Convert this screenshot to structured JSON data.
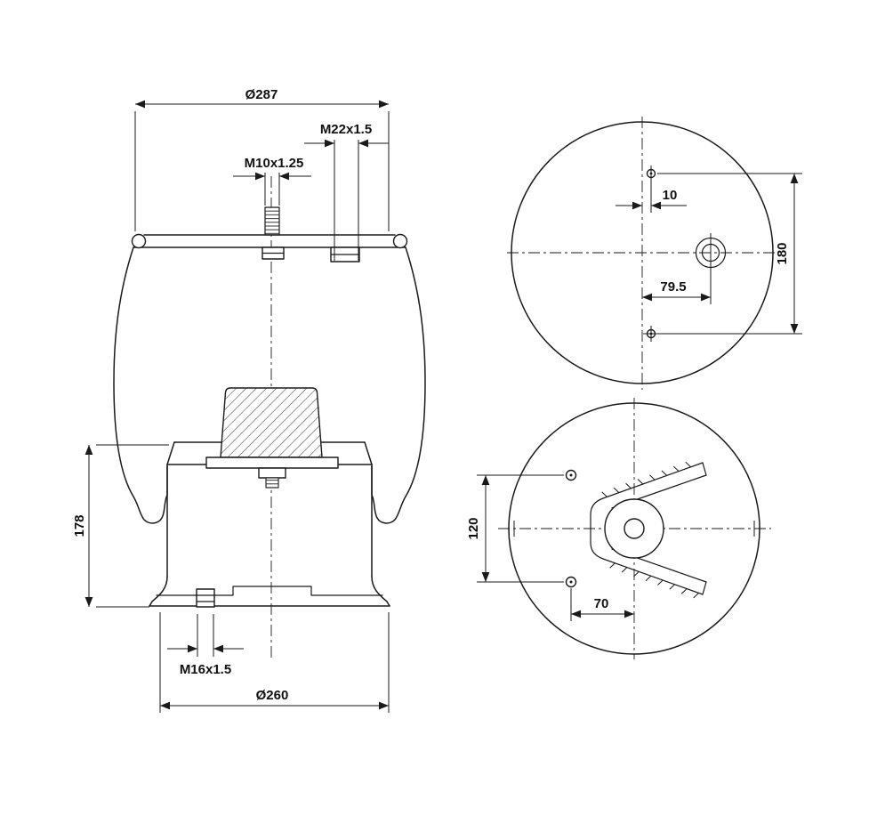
{
  "ink": "#1a1a1a",
  "side_view": {
    "top_diameter": "Ø287",
    "air_port_thread": "M22x1.5",
    "stud_thread": "M10x1.25",
    "piston_height": "178",
    "bottom_stud_thread": "M16x1.5",
    "bottom_diameter": "Ø260"
  },
  "top_view": {
    "stud_offset": "10",
    "port_offset": "79.5",
    "hole_spacing": "180"
  },
  "bottom_view": {
    "hole_spacing": "120",
    "hole_offset": "70"
  }
}
